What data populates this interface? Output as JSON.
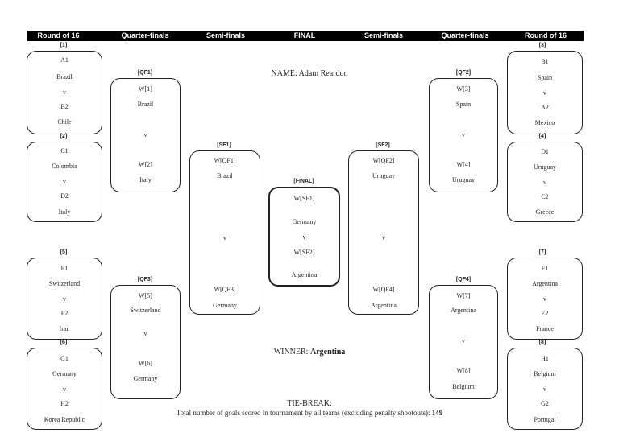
{
  "header": [
    "Round of 16",
    "Quarter-finals",
    "Semi-finals",
    "FINAL",
    "Semi-finals",
    "Quarter-finals",
    "Round of 16"
  ],
  "name_line": "NAME: Adam Reardon",
  "winner_label": "WINNER:",
  "winner_value": "Argentina",
  "tiebreak_title": "TIE-BREAK:",
  "tiebreak_text": "Total number of goals scored in tournament by all teams (excluding penalty shootouts):",
  "tiebreak_value": "149",
  "r16": [
    {
      "label": "[1]",
      "lines": [
        "A1",
        "Brazil",
        "v",
        "B2",
        "Chile"
      ]
    },
    {
      "label": "[2]",
      "lines": [
        "C1",
        "Colombia",
        "v",
        "D2",
        "Italy"
      ]
    },
    {
      "label": "[5]",
      "lines": [
        "E1",
        "Switzerland",
        "v",
        "F2",
        "Iran"
      ]
    },
    {
      "label": "[6]",
      "lines": [
        "G1",
        "Germany",
        "v",
        "H2",
        "Korea Republic"
      ]
    },
    {
      "label": "[3]",
      "lines": [
        "B1",
        "Spain",
        "v",
        "A2",
        "Mexico"
      ]
    },
    {
      "label": "[4]",
      "lines": [
        "D1",
        "Uruguay",
        "v",
        "C2",
        "Greece"
      ]
    },
    {
      "label": "[7]",
      "lines": [
        "F1",
        "Argentina",
        "v",
        "E2",
        "France"
      ]
    },
    {
      "label": "[8]",
      "lines": [
        "H1",
        "Belgium",
        "v",
        "G2",
        "Portugal"
      ]
    }
  ],
  "qf": [
    {
      "label": "[QF1]",
      "lines": [
        "W[1]",
        "Brazil",
        "v",
        "W[2]",
        "Italy"
      ]
    },
    {
      "label": "[QF3]",
      "lines": [
        "W[5]",
        "Switzerland",
        "v",
        "W[6]",
        "Germany"
      ]
    },
    {
      "label": "[QF2]",
      "lines": [
        "W[3]",
        "Spain",
        "v",
        "W[4]",
        "Uruguay"
      ]
    },
    {
      "label": "[QF4]",
      "lines": [
        "W[7]",
        "Argentina",
        "v",
        "W[8]",
        "Belgium"
      ]
    }
  ],
  "sf": [
    {
      "label": "[SF1]",
      "lines": [
        "W[QF1]",
        "Brazil",
        "v",
        "W[QF3]",
        "Germany"
      ]
    },
    {
      "label": "[SF2]",
      "lines": [
        "W[QF2]",
        "Uruguay",
        "v",
        "W[QF4]",
        "Argentina"
      ]
    }
  ],
  "final": {
    "label": "[FINAL]",
    "lines": [
      "W[SF1]",
      "Germany",
      "v",
      "W[SF2]",
      "Argentina"
    ]
  }
}
